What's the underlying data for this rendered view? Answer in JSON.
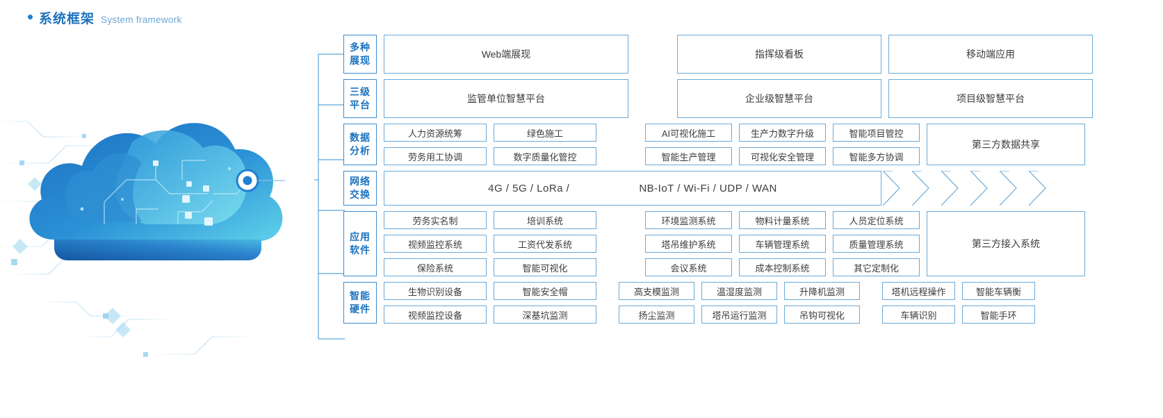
{
  "header": {
    "title_cn": "系统框架",
    "title_en": "System framework",
    "bullet_color": "#1f7fd0",
    "title_color": "#1b72bd"
  },
  "illustration": {
    "name": "cloud-network-illustration",
    "colors": {
      "cloud_dark": "#1565b0",
      "cloud_mid": "#2a8fd4",
      "cloud_light": "#63d0e8",
      "node": "#1f7fd0"
    }
  },
  "rows": [
    {
      "label": "多种\n展现",
      "label_l1": "多种",
      "label_l2": "展现",
      "type": "big",
      "cells": [
        "Web端展现",
        "指挥级看板",
        "移动端应用"
      ]
    },
    {
      "label_l1": "三级",
      "label_l2": "平台",
      "type": "big",
      "cells": [
        "监管单位智慧平台",
        "企业级智慧平台",
        "项目级智慧平台"
      ]
    },
    {
      "label_l1": "数据",
      "label_l2": "分析",
      "type": "grid",
      "left": [
        [
          "人力资源统筹",
          "绿色施工"
        ],
        [
          "劳务用工协调",
          "数字质量化管控"
        ]
      ],
      "right": [
        [
          "AI可视化施工",
          "生产力数字升级",
          "智能项目管控"
        ],
        [
          "智能生产管理",
          "可视化安全管理",
          "智能多方协调"
        ]
      ],
      "third": "第三方数据共享"
    },
    {
      "label_l1": "网络",
      "label_l2": "交换",
      "type": "network",
      "net_left": "4G / 5G / LoRa /",
      "net_right": "NB-IoT / Wi-Fi / UDP / WAN",
      "chevron_count": 6
    },
    {
      "label_l1": "应用",
      "label_l2": "软件",
      "type": "grid",
      "left": [
        [
          "劳务实名制",
          "培训系统"
        ],
        [
          "视频监控系统",
          "工资代发系统"
        ],
        [
          "保险系统",
          "智能可视化"
        ]
      ],
      "right": [
        [
          "环境监测系统",
          "物料计量系统",
          "人员定位系统"
        ],
        [
          "塔吊维护系统",
          "车辆管理系统",
          "质量管理系统"
        ],
        [
          "会议系统",
          "成本控制系统",
          "其它定制化"
        ]
      ],
      "third": "第三方接入系统"
    },
    {
      "label_l1": "智能",
      "label_l2": "硬件",
      "type": "grid6",
      "left": [
        [
          "生物识别设备",
          "智能安全帽"
        ],
        [
          "视频监控设备",
          "深基坑监测"
        ]
      ],
      "right": [
        [
          "高支模监测",
          "温湿度监测",
          "升降机监测"
        ],
        [
          "扬尘监测",
          "塔吊运行监测",
          "吊钩可视化"
        ]
      ],
      "tail": [
        [
          "塔机远程操作",
          "智能车辆衡"
        ],
        [
          "车辆识别",
          "智能手环"
        ]
      ]
    }
  ],
  "theme": {
    "border_blue": "#6aa9d8",
    "label_border": "#3a8ad0",
    "text_gray": "#3c3c3c",
    "bg": "#ffffff"
  }
}
